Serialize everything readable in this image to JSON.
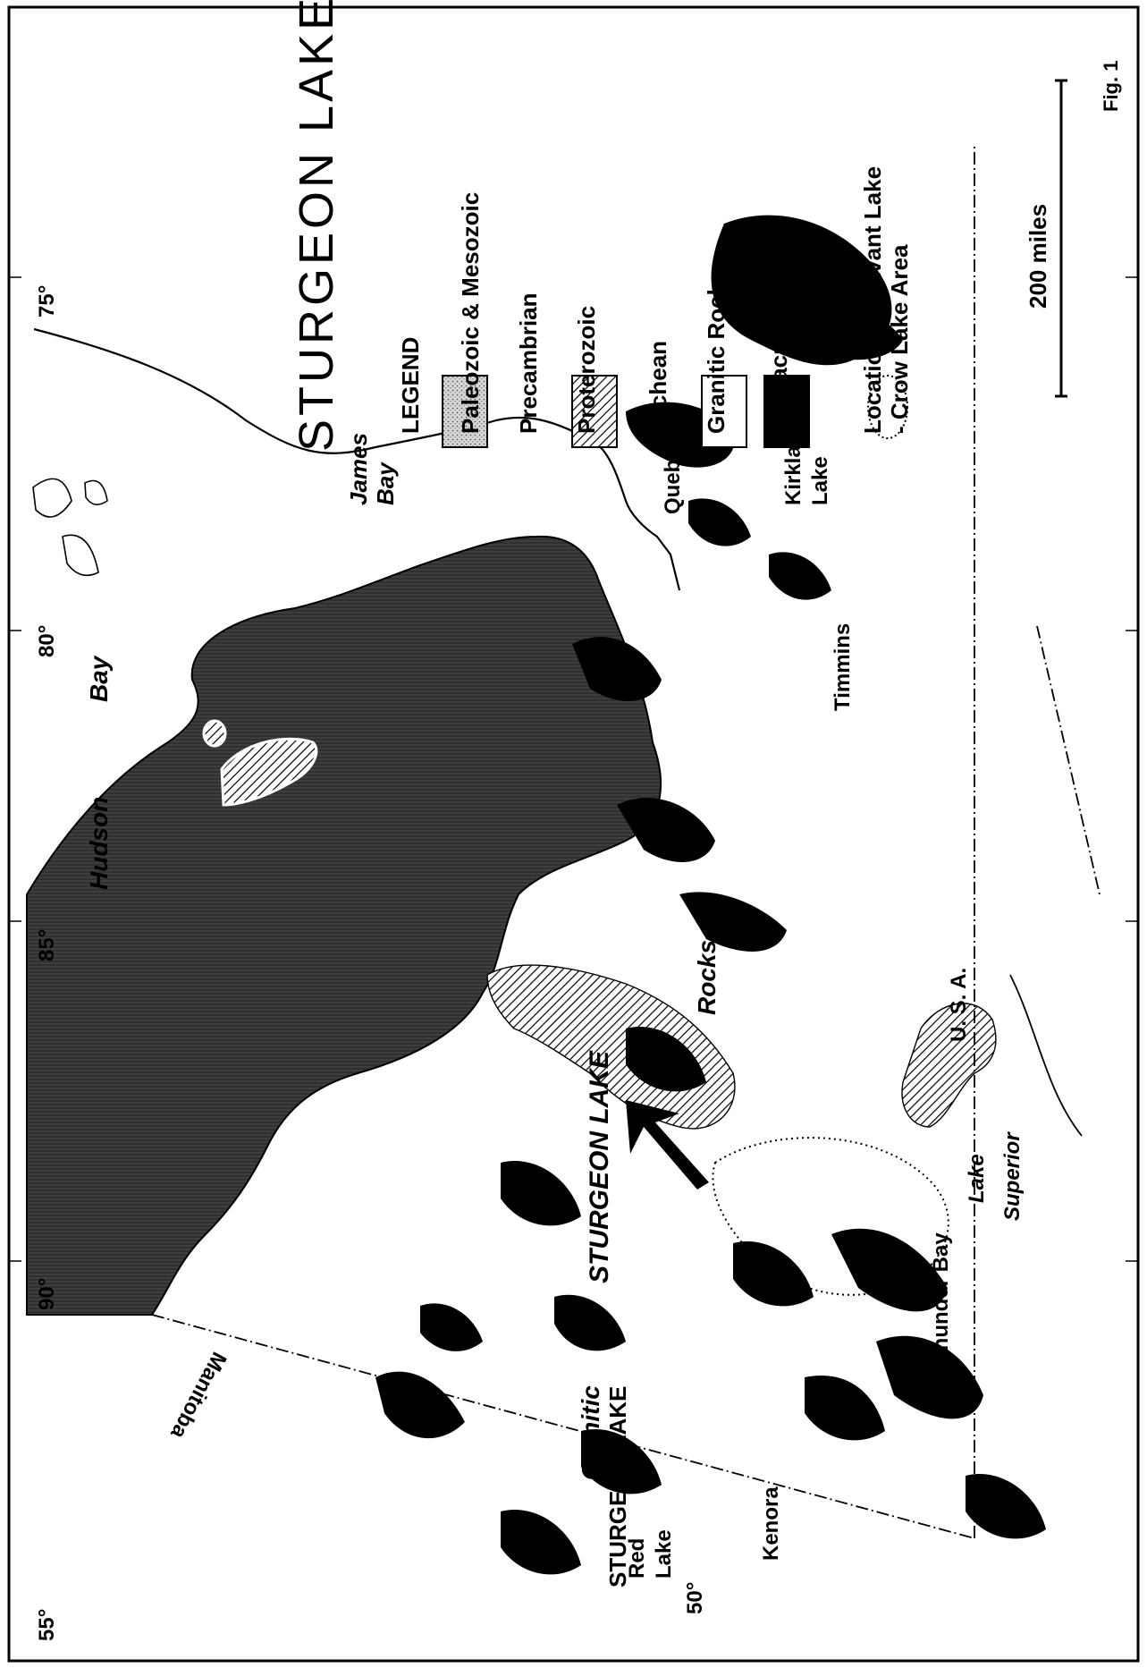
{
  "map": {
    "title": "STURGEON LAKE:",
    "figure_label": "Fig. 1",
    "scale_bar_label": "200 miles",
    "graticule_labels": {
      "lon_75": "75°",
      "lon_80": "80°",
      "lon_85": "85°",
      "lon_90": "90°",
      "lat_55": "55°",
      "lat_50": "50°"
    },
    "legend": {
      "heading": "LEGEND",
      "items": {
        "paleozoic": "Paleozoic & Mesozoic",
        "precambrian": "Precambrian",
        "proterozoic": "Proterozoic",
        "archean": "Archean",
        "granitic": "Granitic Rocks",
        "supracrustal": "Supracrustal Rocks",
        "location": "Location of Savant Lake",
        "location_line2": "- Crow Lake Area"
      }
    },
    "places": {
      "hudson": "Hudson",
      "bay": "Bay",
      "james": "James",
      "james_bay": "Bay",
      "quebec": "Quebec",
      "manitoba": "Manitoba",
      "usa": "U. S. A.",
      "kirkland": "Kirkland",
      "kirkland_lake": "Lake",
      "timmins": "Timmins",
      "thunder_bay": "Thunder Bay",
      "lake": "Lake",
      "superior": "Superior",
      "red": "Red",
      "red_lake": "Lake",
      "kenora": "Kenora",
      "rocks": "Rocks",
      "granitic": "Granitic",
      "sturgeon_lake_1": "STURGEON LAKE",
      "sturgeon_lake_2": "STURGEON LAKE"
    }
  }
}
